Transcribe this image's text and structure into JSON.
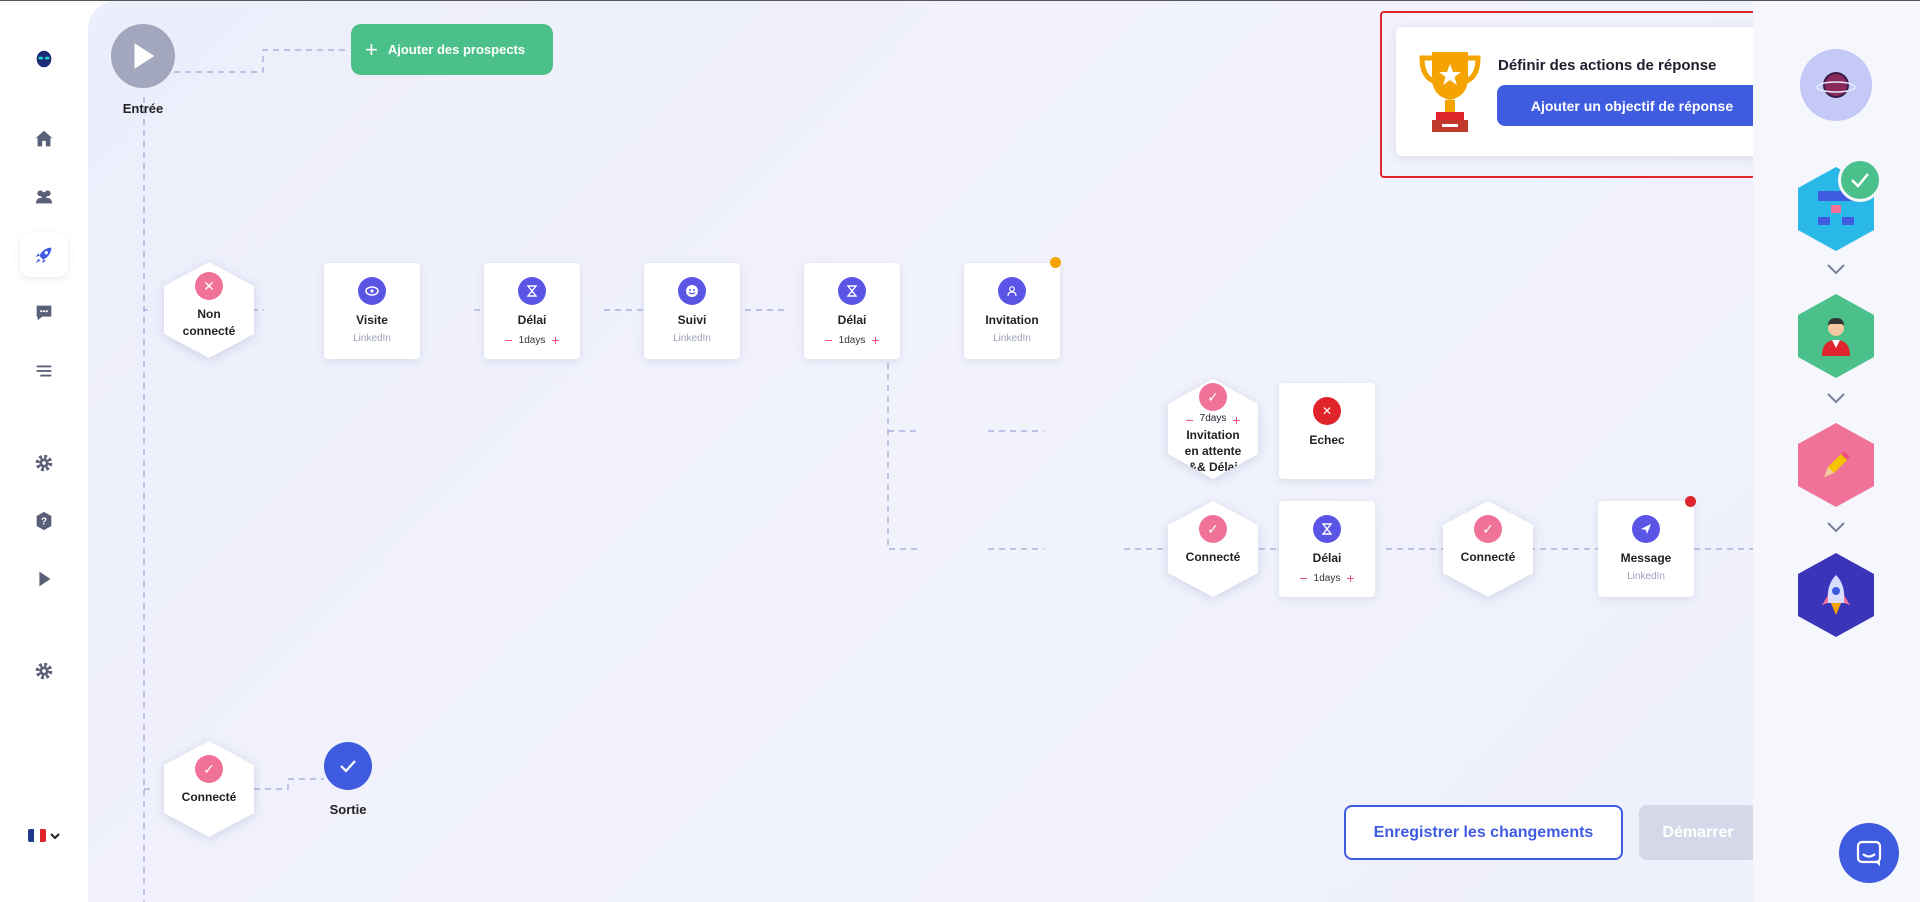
{
  "sidebar": {
    "items": [
      {
        "name": "logo",
        "icon": "alien-logo-icon"
      },
      {
        "name": "home",
        "icon": "home-icon"
      },
      {
        "name": "users",
        "icon": "users-icon"
      },
      {
        "name": "campaigns",
        "icon": "rocket-icon",
        "active": true
      },
      {
        "name": "messages",
        "icon": "chat-icon"
      },
      {
        "name": "lists",
        "icon": "list-icon"
      },
      {
        "name": "settings",
        "icon": "gear-icon"
      },
      {
        "name": "help",
        "icon": "help-icon"
      },
      {
        "name": "tutorial",
        "icon": "play-icon"
      },
      {
        "name": "config",
        "icon": "gear-icon"
      }
    ],
    "language_flag": [
      "#1e3a8a",
      "#ffffff",
      "#e0242b"
    ]
  },
  "workflow": {
    "entry_label": "Entrée",
    "add_prospects_label": "Ajouter des prospects",
    "row1": {
      "not_connected": "Non\nconnecté",
      "visit": {
        "title": "Visite",
        "sub": "LinkedIn"
      },
      "delay1": {
        "title": "Délai",
        "value": "1days"
      },
      "follow": {
        "title": "Suivi",
        "sub": "LinkedIn"
      },
      "delay2": {
        "title": "Délai",
        "value": "1days"
      },
      "invitation": {
        "title": "Invitation",
        "sub": "LinkedIn"
      }
    },
    "branch_pending": {
      "value": "7days",
      "title": "Invitation\nen attente\n&& Délai"
    },
    "fail": {
      "title": "Echec"
    },
    "row2": {
      "connected1": "Connecté",
      "delay3": {
        "title": "Délai",
        "value": "1days"
      },
      "connected2": "Connecté",
      "message": {
        "title": "Message",
        "sub": "LinkedIn"
      }
    },
    "bottom": {
      "connected": "Connecté",
      "exit_label": "Sortie"
    }
  },
  "goal_popup": {
    "title": "Définir des actions de réponse",
    "button": "Ajouter un objectif de réponse"
  },
  "actions": {
    "save": "Enregistrer les changements",
    "start": "Démarrer"
  },
  "colors": {
    "accent": "#3f5be0",
    "green": "#4cc08a",
    "pink": "#f07298",
    "red": "#e0242b",
    "orange": "#f5a300"
  }
}
